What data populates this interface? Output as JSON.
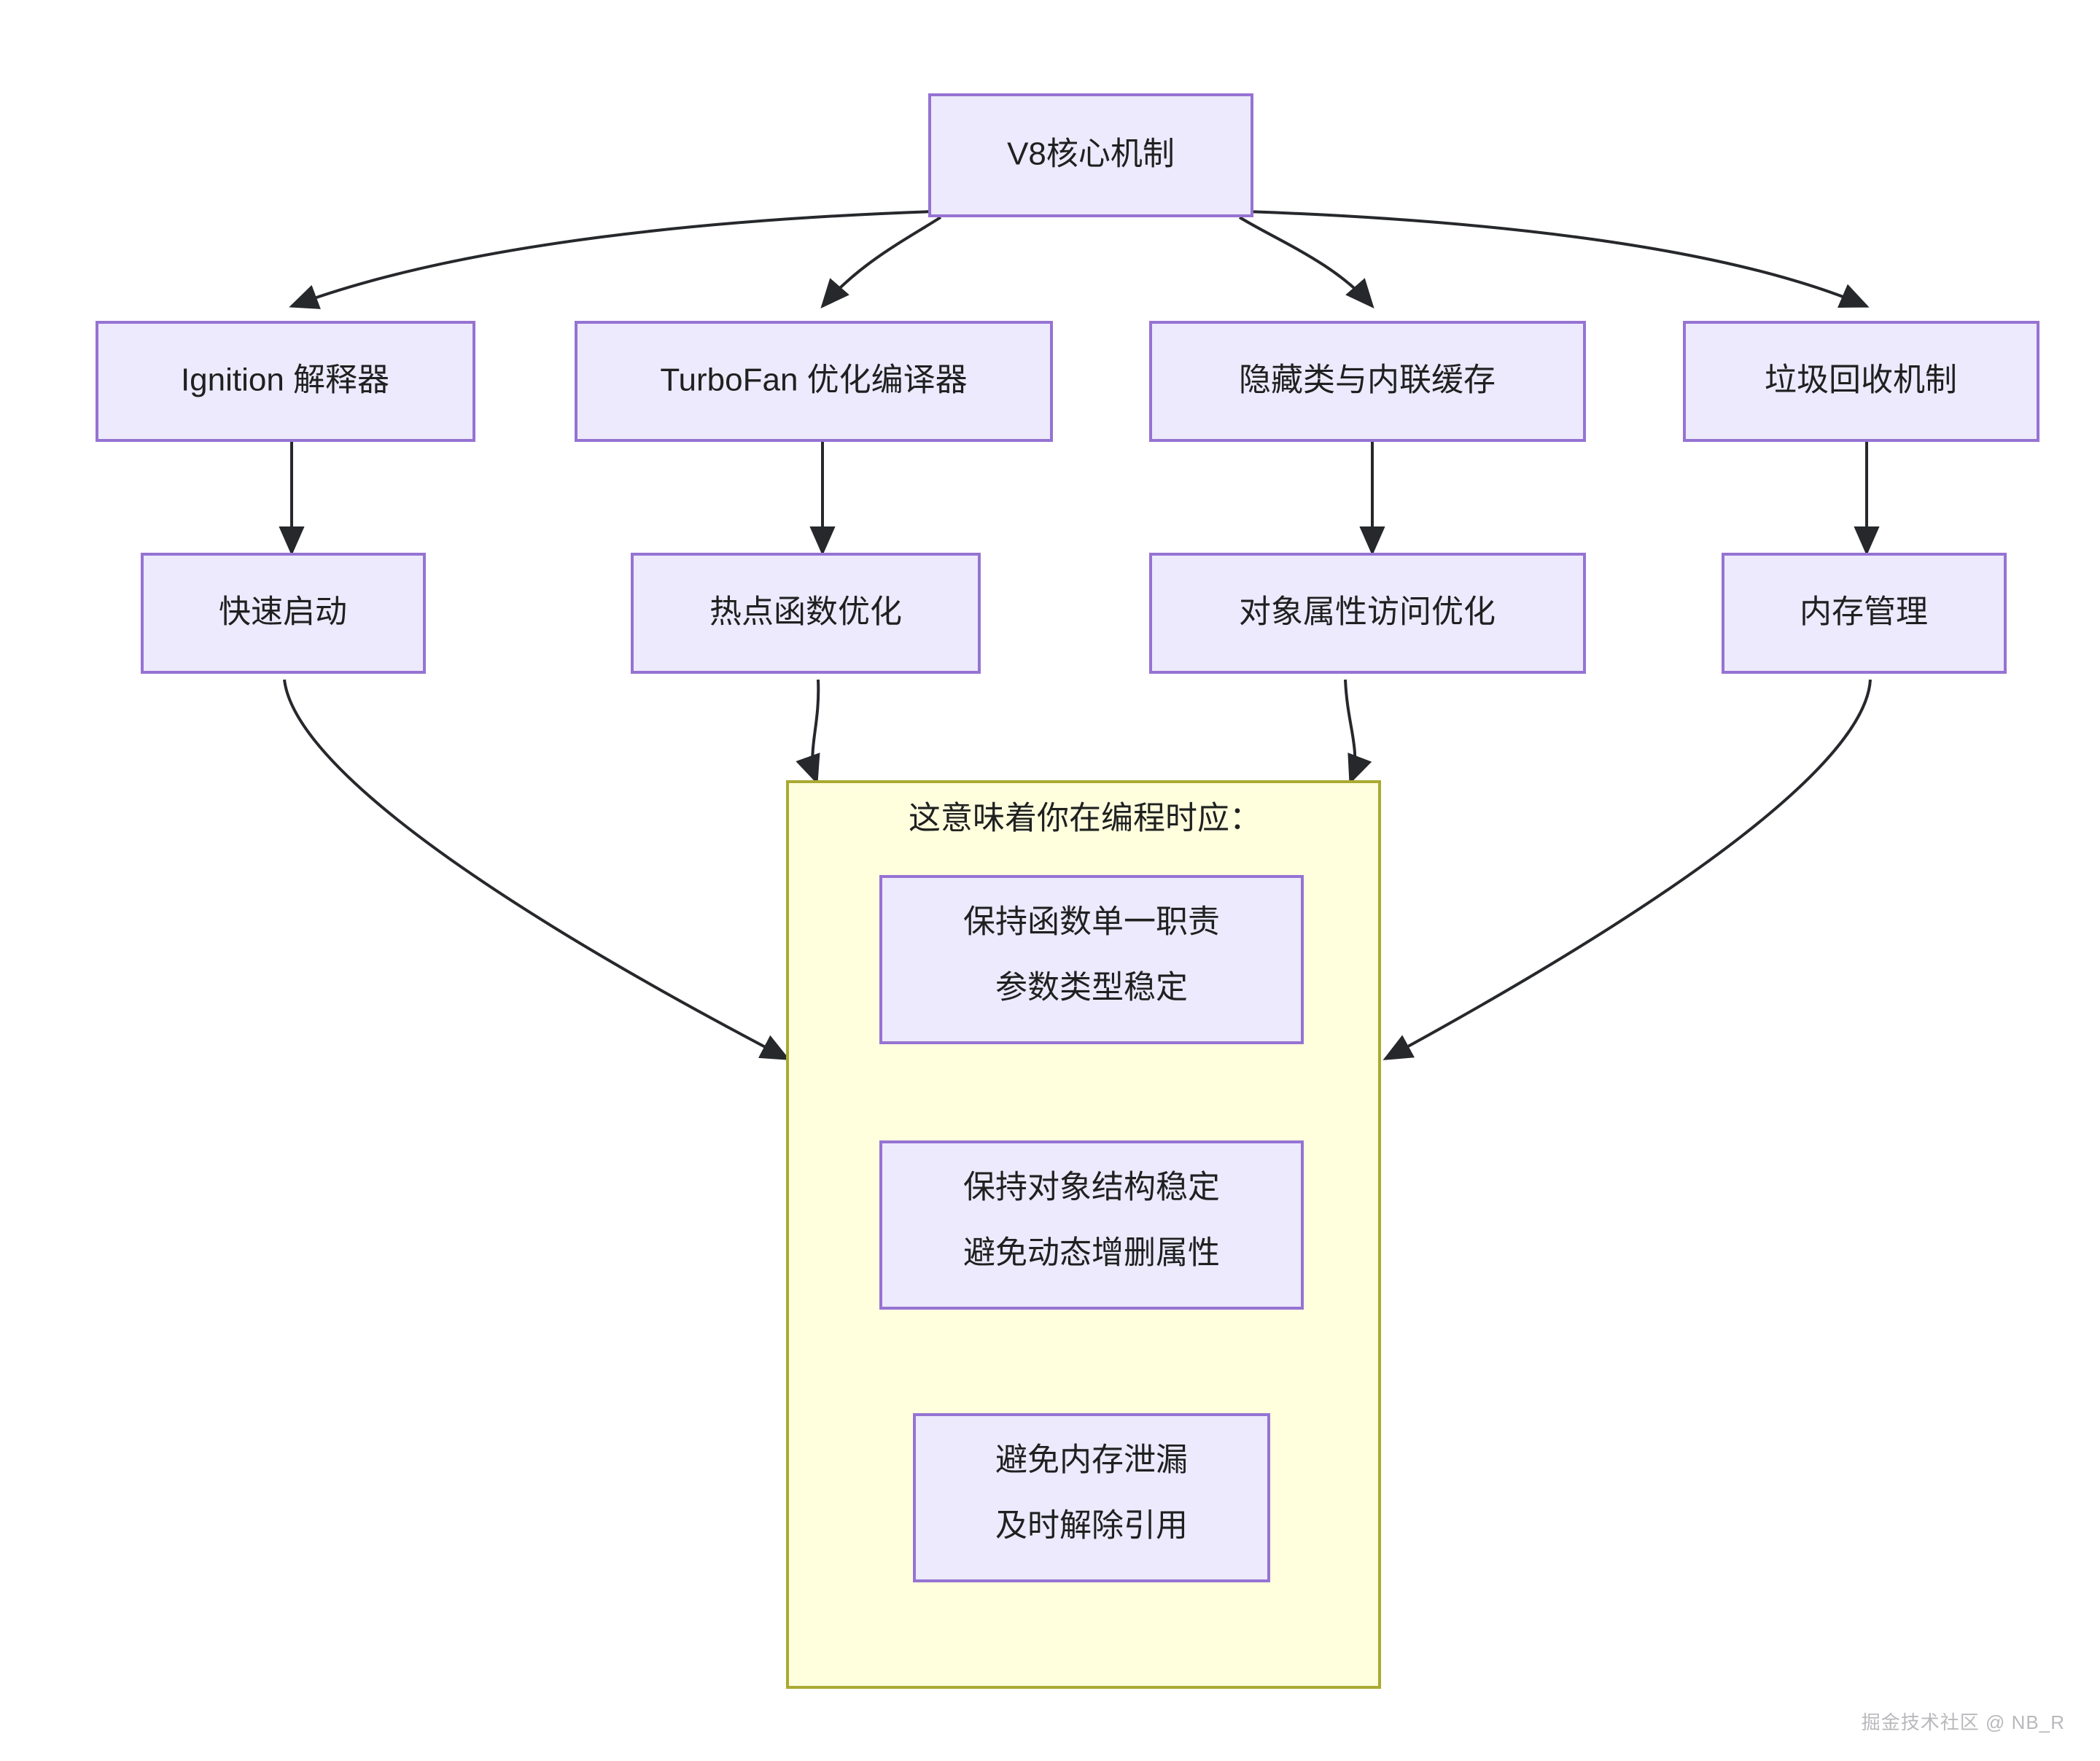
{
  "diagram": {
    "type": "flowchart",
    "direction": "top-down",
    "background_color": "#FFFFFF",
    "node_fill": "#ECEAFC",
    "node_border": "#9673D3",
    "group_fill": "#FFFFDE",
    "group_border": "#AAAA33",
    "edge_color": "#26282B",
    "text_color": "#1F2020",
    "root": {
      "id": "root",
      "label": "V8核心机制"
    },
    "branches": [
      {
        "id": "ignition",
        "label": "Ignition 解释器",
        "child": {
          "id": "fast-start",
          "label": "快速启动"
        }
      },
      {
        "id": "turbofan",
        "label": "TurboFan 优化编译器",
        "child": {
          "id": "hot-func",
          "label": "热点函数优化"
        }
      },
      {
        "id": "hidden-class",
        "label": "隐藏类与内联缓存",
        "child": {
          "id": "prop-access",
          "label": "对象属性访问优化"
        }
      },
      {
        "id": "gc",
        "label": "垃圾回收机制",
        "child": {
          "id": "memory",
          "label": "内存管理"
        }
      }
    ],
    "group": {
      "id": "practice-group",
      "title": "这意味着你在编程时应：",
      "items": [
        {
          "id": "advice-1",
          "line1": "保持函数单一职责",
          "line2": "参数类型稳定"
        },
        {
          "id": "advice-2",
          "line1": "保持对象结构稳定",
          "line2": "避免动态增删属性"
        },
        {
          "id": "advice-3",
          "line1": "避免内存泄漏",
          "line2": "及时解除引用"
        }
      ]
    },
    "edges": [
      {
        "from": "root",
        "to": "ignition"
      },
      {
        "from": "root",
        "to": "turbofan"
      },
      {
        "from": "root",
        "to": "hidden-class"
      },
      {
        "from": "root",
        "to": "gc"
      },
      {
        "from": "ignition",
        "to": "fast-start"
      },
      {
        "from": "turbofan",
        "to": "hot-func"
      },
      {
        "from": "hidden-class",
        "to": "prop-access"
      },
      {
        "from": "gc",
        "to": "memory"
      },
      {
        "from": "fast-start",
        "to": "practice-group"
      },
      {
        "from": "hot-func",
        "to": "practice-group"
      },
      {
        "from": "prop-access",
        "to": "practice-group"
      },
      {
        "from": "memory",
        "to": "practice-group"
      }
    ]
  },
  "watermark": "掘金技术社区 @ NB_R"
}
